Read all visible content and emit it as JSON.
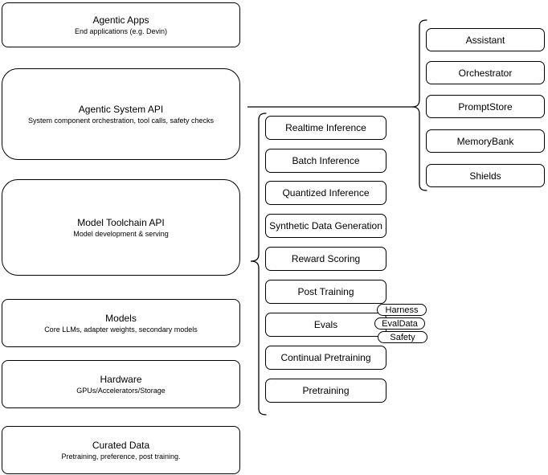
{
  "diagram": {
    "colors": {
      "background": "#ffffff",
      "stroke": "#000000",
      "node_fill": "#ffffff",
      "text": "#000000"
    },
    "left_stack": [
      {
        "title": "Agentic Apps",
        "subtitle": "End applications (e.g. Devin)"
      },
      {
        "title": "Agentic System API",
        "subtitle": "System component orchestration, tool calls, safety checks"
      },
      {
        "title": "Model Toolchain API",
        "subtitle": "Model development & serving"
      },
      {
        "title": "Models",
        "subtitle": "Core LLMs, adapter weights, secondary models"
      },
      {
        "title": "Hardware",
        "subtitle": "GPUs/Accelerators/Storage"
      },
      {
        "title": "Curated Data",
        "subtitle": "Pretraining, preference, post training."
      }
    ],
    "toolchain_items": [
      "Realtime Inference",
      "Batch Inference",
      "Quantized Inference",
      "Synthetic Data Generation",
      "Reward Scoring",
      "Post Training",
      "Evals",
      "Continual Pretraining",
      "Pretraining"
    ],
    "evals_pills": [
      "Harness",
      "EvalData",
      "Safety"
    ],
    "system_components": [
      "Assistant",
      "Orchestrator",
      "PromptStore",
      "MemoryBank",
      "Shields"
    ]
  }
}
